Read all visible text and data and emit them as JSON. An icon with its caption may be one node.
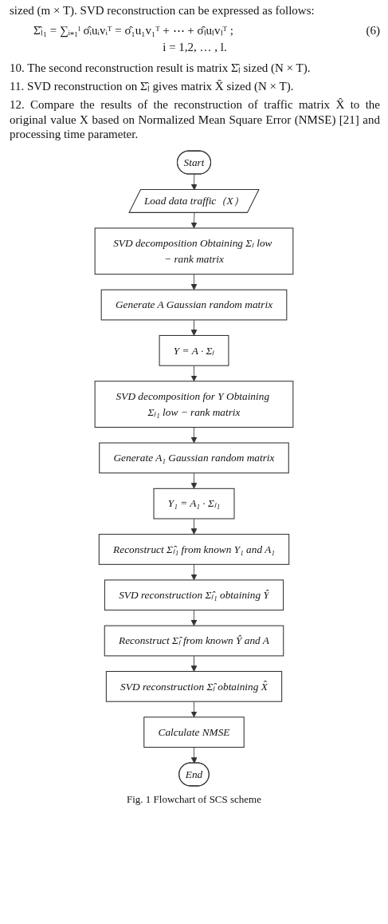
{
  "diagram": {
    "caption": "Fig. 1 Flowchart of SCS scheme",
    "nodes": [
      {
        "text": [
          "Start"
        ]
      },
      {
        "text": [
          "Load data traffic（X）"
        ]
      },
      {
        "text": [
          "SVD decomposition Obtaining Σₗ low − rank matrix"
        ]
      },
      {
        "text": [
          "Generate A Gaussian random matrix"
        ]
      },
      {
        "text": [
          "Y = A · Σₗ"
        ]
      },
      {
        "text": [
          "SVD decomposition for Y Obtaining Σₗ₁ low − rank matrix"
        ]
      },
      {
        "text": [
          "Generate A₁ Gaussian random matrix"
        ]
      },
      {
        "text": [
          "Y₁ = A₁ · Σₗ₁"
        ]
      },
      {
        "text": [
          "Reconstruct Σ̂ₗ₁ from known Y₁ and A₁"
        ]
      },
      {
        "text": [
          "SVD reconstruction Σ̂ₗ₁ obtaining Ŷ"
        ]
      },
      {
        "text": [
          "Reconstruct Σ̂ₗ from known Ŷ and A"
        ]
      },
      {
        "text": [
          "SVD reconstruction Σ̂ₗ obtaining X̂"
        ]
      },
      {
        "text": [
          "Calculate NMSE"
        ]
      },
      {
        "text": [
          "End"
        ]
      }
    ],
    "edges": [
      {
        "from": 0,
        "to": 1,
        "arrow": "to"
      },
      {
        "from": 1,
        "to": 2,
        "arrow": "to"
      },
      {
        "from": 2,
        "to": 3,
        "arrow": "to"
      },
      {
        "from": 3,
        "to": 4,
        "arrow": "to"
      },
      {
        "from": 4,
        "to": 5,
        "arrow": "to"
      },
      {
        "from": 5,
        "to": 6,
        "arrow": "to"
      },
      {
        "from": 6,
        "to": 7,
        "arrow": "to"
      },
      {
        "from": 7,
        "to": 8,
        "arrow": "to"
      },
      {
        "from": 8,
        "to": 9,
        "arrow": "to"
      },
      {
        "from": 9,
        "to": 10,
        "arrow": "to"
      },
      {
        "from": 10,
        "to": 11,
        "arrow": "to"
      },
      {
        "from": 11,
        "to": 12,
        "arrow": "to"
      },
      {
        "from": 12,
        "to": 13,
        "arrow": "to"
      }
    ],
    "labels": [
      "sized (m × T). SVD reconstruction can be expressed as follows:",
      "Σ̂ₗ₁ = ∑ᵢ₌₁ˡ σ̂ᵢuᵢvᵢᵀ = σ̂₁u₁v₁ᵀ + ⋯ + σ̂ₗuₗvₗᵀ ;",
      "(6)",
      "i = 1,2, … , l.",
      "10. The second reconstruction result is matrix Σ̂ₗ sized (N × T).",
      "11. SVD reconstruction on Σ̂ₗ gives matrix X̂ sized (N × T).",
      "12. Compare the results of the reconstruction of traffic matrix X̂ to the original value X based on Normalized Mean Square Error (NMSE) [21] and processing time parameter."
    ]
  }
}
